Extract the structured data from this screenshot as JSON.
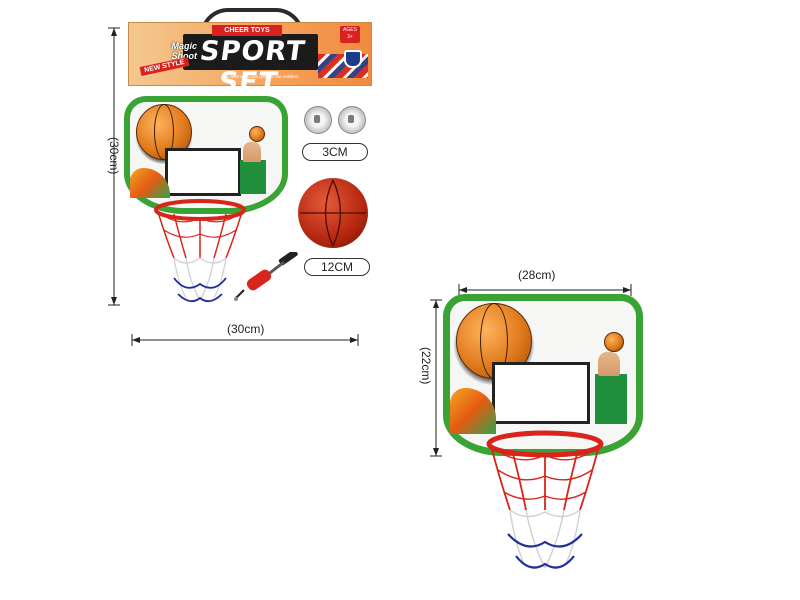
{
  "package": {
    "title": "SPORT SET",
    "brand": "CHEER TOYS",
    "subtitle_line1": "Magic",
    "subtitle_line2": "Shoot",
    "badge": "NEW STYLE",
    "tagline": "The best welcome gifts for the children",
    "age": "AGES 3+"
  },
  "dimensions": {
    "package_height": "(30cm)",
    "package_width": "(30cm)",
    "board_width": "(28cm)",
    "board_height": "(22cm)"
  },
  "accessories": {
    "suction_cup_label": "3CM",
    "ball_label": "12CM"
  },
  "colors": {
    "board_border": "#3aa336",
    "rim": "#d9241c",
    "net_red": "#d9241c",
    "net_blue": "#1f2f9c",
    "ball": "#e07a1c"
  }
}
